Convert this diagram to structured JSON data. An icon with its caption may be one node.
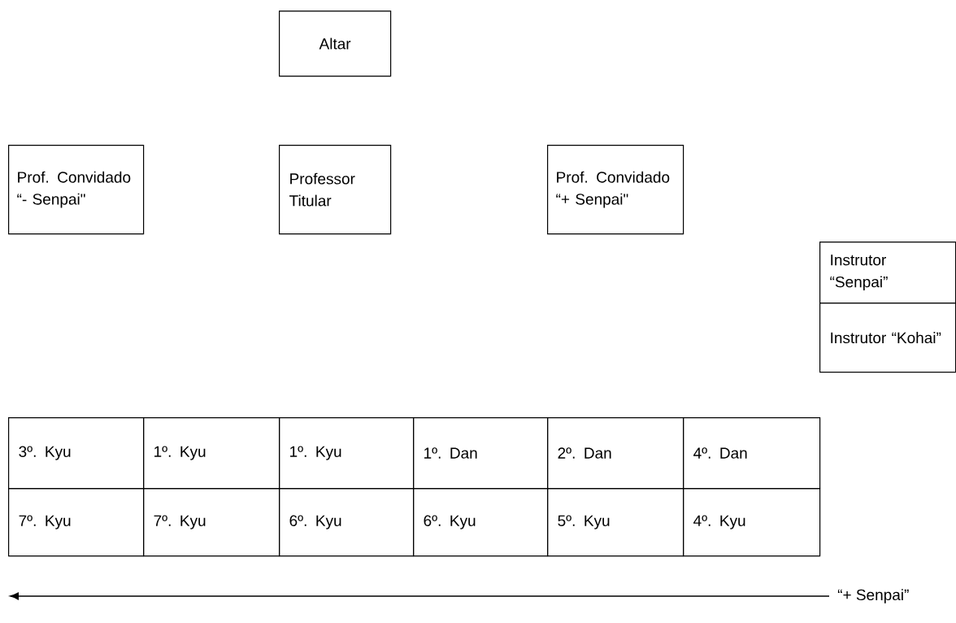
{
  "diagram": {
    "nodes": [
      {
        "text": [
          "Altar"
        ]
      },
      {
        "text": [
          "Prof. Convidado “- Senpai\""
        ]
      },
      {
        "text": [
          "Professor Titular"
        ]
      },
      {
        "text": [
          "Prof. Convidado “+ Senpai\""
        ]
      },
      {
        "text": [
          "Instrutor “Senpai”"
        ]
      },
      {
        "text": [
          "Instrutor “Kohai”"
        ]
      },
      {
        "text": [
          "3º. Kyu"
        ]
      },
      {
        "text": [
          "1º. Kyu"
        ]
      },
      {
        "text": [
          "1º. Kyu"
        ]
      },
      {
        "text": [
          "1º. Dan"
        ]
      },
      {
        "text": [
          "2º. Dan"
        ]
      },
      {
        "text": [
          "4º. Dan"
        ]
      },
      {
        "text": [
          "7º. Kyu"
        ]
      },
      {
        "text": [
          "7º. Kyu"
        ]
      },
      {
        "text": [
          "6º. Kyu"
        ]
      },
      {
        "text": [
          "6º. Kyu"
        ]
      },
      {
        "text": [
          "5º. Kyu"
        ]
      },
      {
        "text": [
          "4º. Kyu"
        ]
      }
    ],
    "labels": [
      "“+ Senpai”"
    ]
  }
}
